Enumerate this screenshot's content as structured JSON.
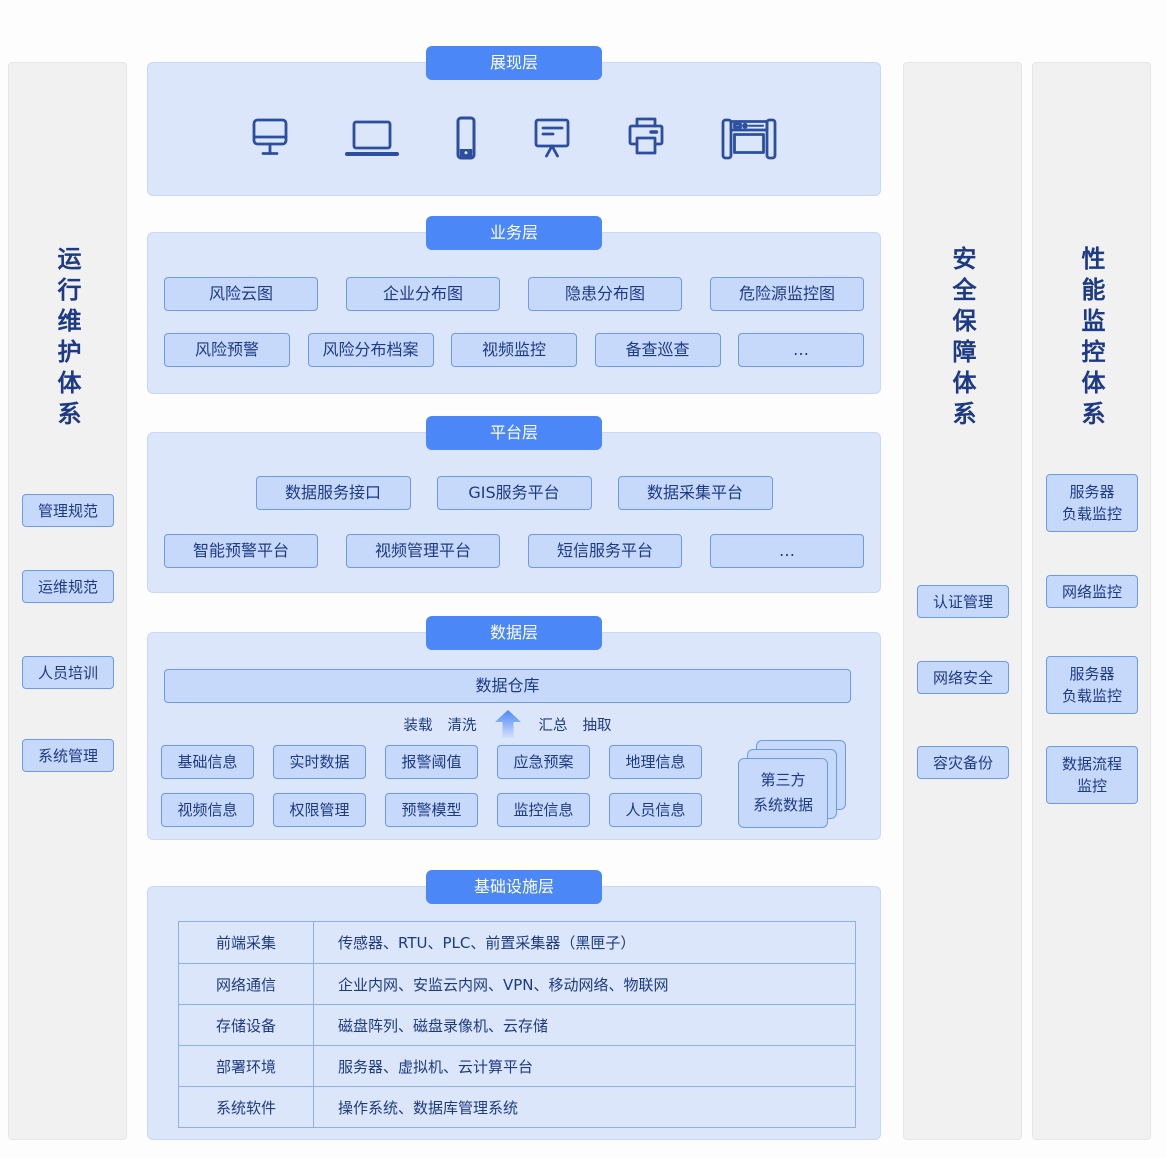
{
  "colors": {
    "accent": "#4b87f7",
    "panel_bg": "#dbe6fa",
    "node_bg": "#c7d9fa",
    "node_border": "#6b9af0",
    "text": "#1d3a85",
    "icon_stroke": "#2b4f9e",
    "side_bg": "#f1f1f2"
  },
  "ops": {
    "title": "运行维护体系",
    "items": [
      "管理规范",
      "运维规范",
      "人员培训",
      "系统管理"
    ]
  },
  "security": {
    "title": "安全保障体系",
    "items": [
      "认证管理",
      "网络安全",
      "容灾备份"
    ]
  },
  "performance": {
    "title": "性能监控体系",
    "items": [
      "服务器\n负载监控",
      "网络监控",
      "服务器\n负载监控",
      "数据流程\n监控"
    ]
  },
  "presentation": {
    "title": "展现层",
    "icons": [
      "monitor-icon",
      "laptop-icon",
      "smartphone-icon",
      "presentation-board-icon",
      "printer-icon",
      "led-screen-icon"
    ]
  },
  "business": {
    "title": "业务层",
    "row1": [
      "风险云图",
      "企业分布图",
      "隐患分布图",
      "危险源监控图"
    ],
    "row2": [
      "风险预警",
      "风险分布档案",
      "视频监控",
      "备查巡查",
      "…"
    ]
  },
  "platform": {
    "title": "平台层",
    "row1": [
      "数据服务接口",
      "GIS服务平台",
      "数据采集平台"
    ],
    "row2": [
      "智能预警平台",
      "视频管理平台",
      "短信服务平台",
      "…"
    ]
  },
  "data_layer": {
    "title": "数据层",
    "warehouse": "数据仓库",
    "etl": [
      "装载",
      "清洗",
      "汇总",
      "抽取"
    ],
    "row1": [
      "基础信息",
      "实时数据",
      "报警阈值",
      "应急预案",
      "地理信息"
    ],
    "row2": [
      "视频信息",
      "权限管理",
      "预警模型",
      "监控信息",
      "人员信息"
    ],
    "third_party": "第三方\n系统数据"
  },
  "infrastructure": {
    "title": "基础设施层",
    "rows": [
      {
        "label": "前端采集",
        "value": "传感器、RTU、PLC、前置采集器（黑匣子）"
      },
      {
        "label": "网络通信",
        "value": "企业内网、安监云内网、VPN、移动网络、物联网"
      },
      {
        "label": "存储设备",
        "value": "磁盘阵列、磁盘录像机、云存储"
      },
      {
        "label": "部署环境",
        "value": "服务器、虚拟机、云计算平台"
      },
      {
        "label": "系统软件",
        "value": "操作系统、数据库管理系统"
      }
    ]
  }
}
